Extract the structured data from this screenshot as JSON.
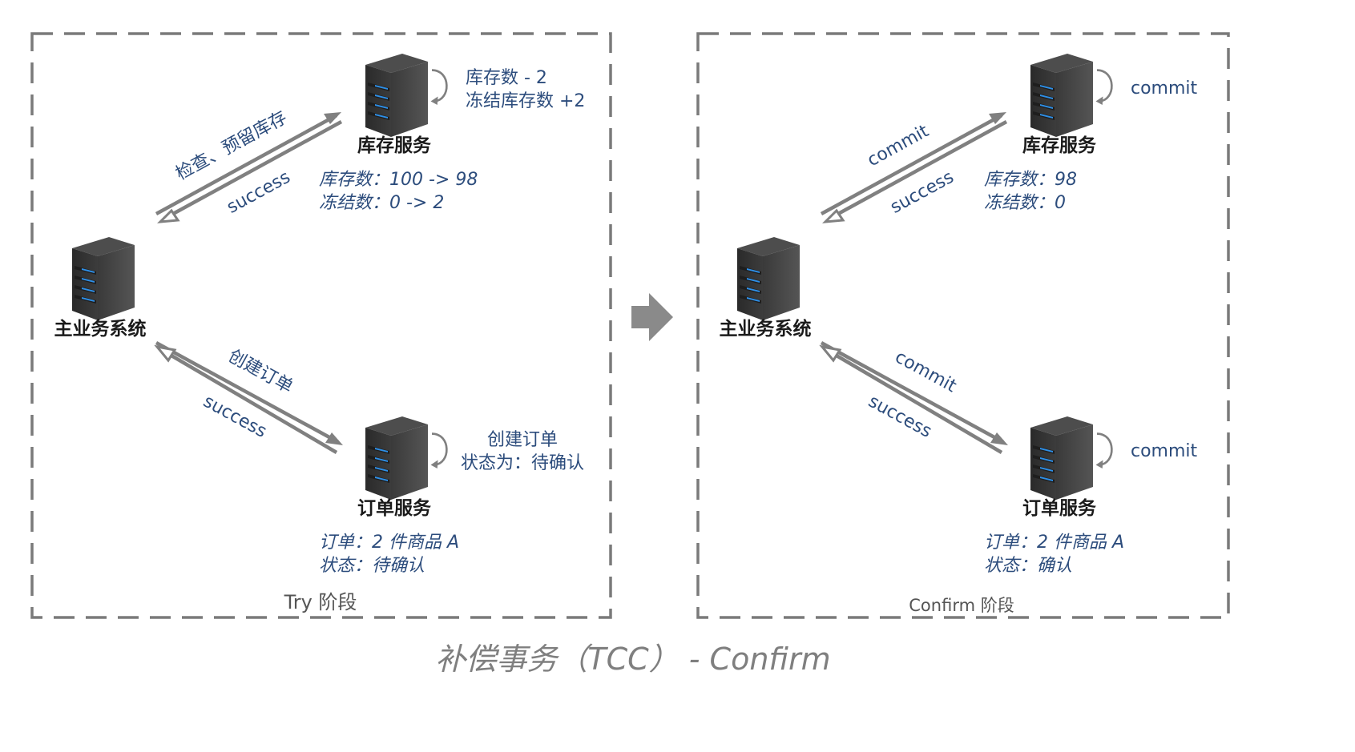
{
  "caption": "补偿事务（TCC） - Confirm",
  "try_phase": {
    "label": "Try 阶段",
    "main_system": "主业务系统",
    "inventory": {
      "name": "库存服务",
      "action_line1": "库存数 - 2",
      "action_line2": "冻结库存数 +2",
      "state_line1": "库存数：100 -> 98",
      "state_line2": "冻结数：0 -> 2"
    },
    "order": {
      "name": "订单服务",
      "action_line1": "创建订单",
      "action_line2": "状态为：待确认",
      "state_line1": "订单：2 件商品 A",
      "state_line2": "状态：待确认"
    },
    "req_inventory": "检查、预留库存",
    "resp_inventory": "success",
    "req_order": "创建订单",
    "resp_order": "success"
  },
  "confirm_phase": {
    "label": "Confirm 阶段",
    "main_system": "主业务系统",
    "inventory": {
      "name": "库存服务",
      "action": "commit",
      "state_line1": "库存数：98",
      "state_line2": "冻结数：0"
    },
    "order": {
      "name": "订单服务",
      "action": "commit",
      "state_line1": "订单：2 件商品 A",
      "state_line2": "状态：确认"
    },
    "req_inventory": "commit",
    "resp_inventory": "success",
    "req_order": "commit",
    "resp_order": "success"
  }
}
